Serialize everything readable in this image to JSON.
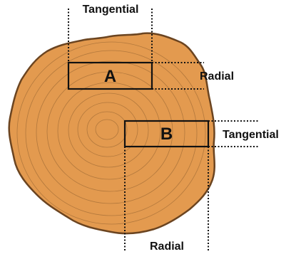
{
  "colors": {
    "wood_fill": "#e39a4f",
    "wood_outline": "#6b4420",
    "ring_line": "#9d6a35",
    "ink": "#111111"
  },
  "sample_a": {
    "letter": "A",
    "top_label": "Tangential",
    "side_label": "Radial"
  },
  "sample_b": {
    "letter": "B",
    "side_label": "Tangential",
    "bottom_label": "Radial"
  }
}
